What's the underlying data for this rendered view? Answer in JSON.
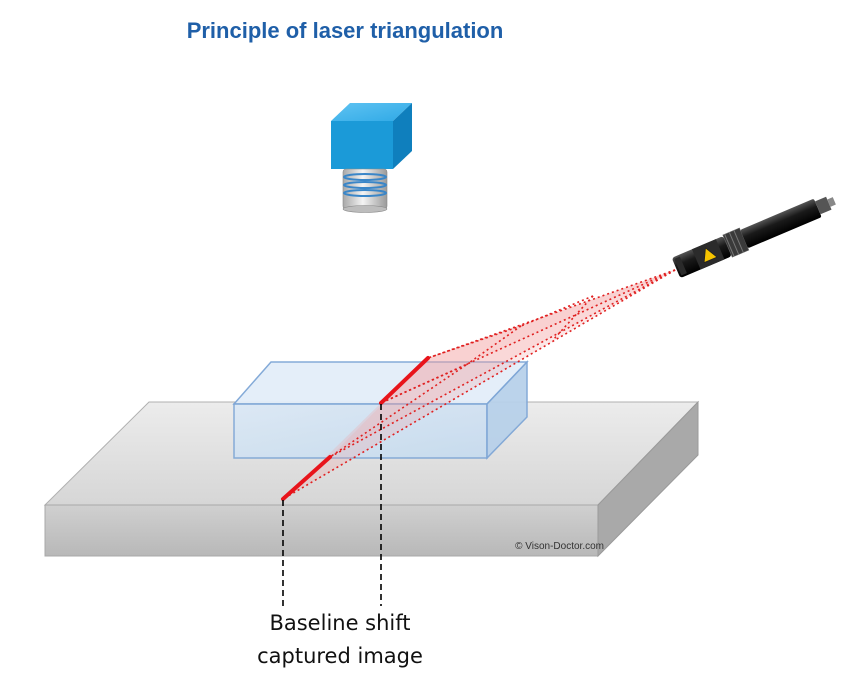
{
  "title": "Principle of laser triangulation",
  "caption": {
    "line1": "Baseline shift",
    "line2": "captured image"
  },
  "copyright": "© Vison-Doctor.com",
  "colors": {
    "title": "#1f5fa8",
    "laser_line": "#e8141b",
    "laser_beam": "#e02020",
    "camera_body": "#1fa3e0",
    "object_box": "#cfe3f5",
    "base_plate": "#d9d9d9"
  },
  "icons": {
    "camera": "camera-icon",
    "laser": "laser-emitter-icon"
  }
}
